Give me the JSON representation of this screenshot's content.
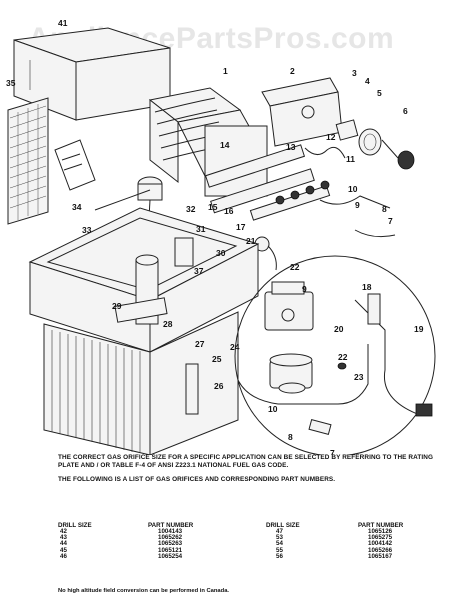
{
  "watermark": "AppliancePartsPros.com",
  "callouts": [
    "1",
    "2",
    "3",
    "4",
    "5",
    "6",
    "7",
    "8",
    "9",
    "10",
    "11",
    "12",
    "13",
    "14",
    "15",
    "16",
    "17",
    "18",
    "19",
    "20",
    "21",
    "22",
    "23",
    "24",
    "25",
    "26",
    "27",
    "28",
    "29",
    "30",
    "31",
    "32",
    "33",
    "34",
    "35",
    "37",
    "41"
  ],
  "notes": {
    "orifice_note": "The correct gas orifice size for a specific application can be selected by referring to the rating plate and / or table F-4 of ANSI Z223.1 National Fuel Gas Code.",
    "list_intro": "The following is a list of gas orifices and corresponding part numbers."
  },
  "orifice_table": {
    "headers": [
      "Drill Size",
      "Part Number",
      "Drill Size",
      "Part Number"
    ],
    "rows": [
      [
        "42",
        "1004143",
        "47",
        "1065126"
      ],
      [
        "43",
        "1065262",
        "53",
        "1065275"
      ],
      [
        "44",
        "1065263",
        "54",
        "1004142"
      ],
      [
        "45",
        "1065121",
        "55",
        "1065266"
      ],
      [
        "46",
        "1065254",
        "56",
        "1065167"
      ]
    ]
  },
  "footnote": "No high altitude field conversion can be performed in Canada."
}
